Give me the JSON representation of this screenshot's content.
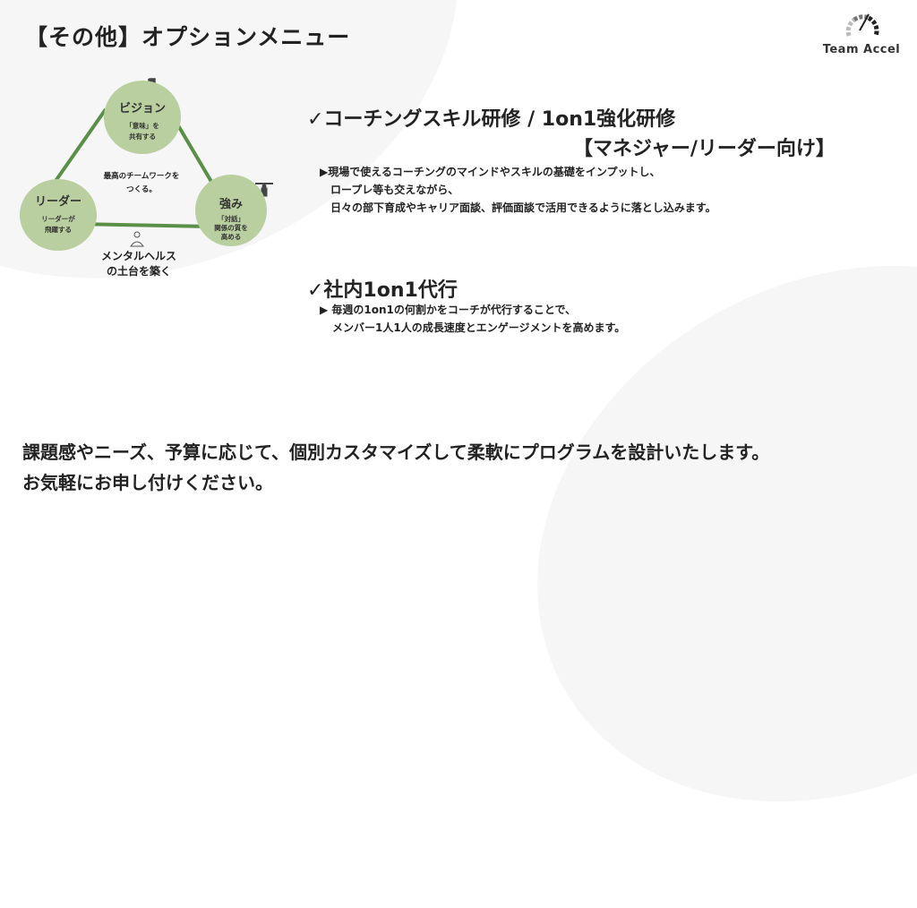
{
  "title": "【その他】オプションメニュー",
  "logo": {
    "text": "Team Accel",
    "icon": "speedometer-icon"
  },
  "diagram": {
    "vision": {
      "label": "ビジョン",
      "sub1": "「意味」を",
      "sub2": "共有する",
      "icon": "flag-icon"
    },
    "leader": {
      "label": "リーダー",
      "sub1": "リーダーが",
      "sub2": "飛躍する"
    },
    "strength": {
      "label": "強み",
      "sub1": "「対話」",
      "sub2": "関係の質を",
      "sub3": "高める",
      "icon": "weightlifter-icon"
    },
    "center1": "最高のチームワークを",
    "center2": "つくる。",
    "base1": "メンタルヘルス",
    "base2": "の土台を築く",
    "base_icon": "meditation-icon",
    "colors": {
      "circle": "#b9cf9f",
      "line": "#5a8f47"
    }
  },
  "menu": [
    {
      "heading": "✓コーチングスキル研修 / 1on1強化研修",
      "subheading": "【マネジャー/リーダー向け】",
      "lines": [
        "▶現場で使えるコーチングのマインドやスキルの基礎をインプットし、",
        "ロープレ等も交えながら、",
        "日々の部下育成やキャリア面談、評価面談で活用できるように落とし込みます。"
      ]
    },
    {
      "heading": "✓社内1on1代行",
      "lines": [
        "▶ 毎週の1on1の何割かをコーチが代行することで、",
        "メンバー1人1人の成長速度とエンゲージメントを高めます。"
      ]
    }
  ],
  "bottom": {
    "line1": "課題感やニーズ、予算に応じて、個別カスタマイズして柔軟にプログラムを設計いたします。",
    "line2": "お気軽にお申し付けください。"
  }
}
